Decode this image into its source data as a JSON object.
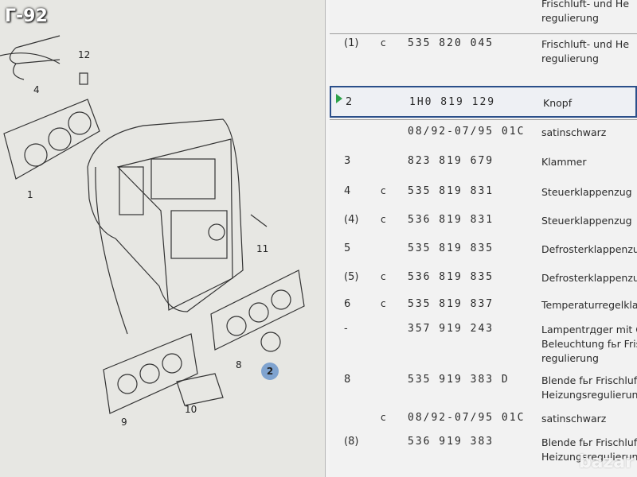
{
  "overlay": {
    "title": "Г-92"
  },
  "diagram": {
    "callouts": [
      "1",
      "2",
      "4",
      "8",
      "9",
      "10",
      "11",
      "12"
    ]
  },
  "table": {
    "rows": [
      {
        "pos": "",
        "flag": "",
        "num": "",
        "desc": [
          "Frischluft- und He",
          "regulierung"
        ]
      },
      {
        "pos": "(1)",
        "flag": "c",
        "num": "535 820 045",
        "desc": [
          "Frischluft- und He",
          "regulierung"
        ]
      },
      {
        "pos": "2",
        "flag": "",
        "num": "1H0 819 129",
        "desc": [
          "Knopf"
        ],
        "selected": true
      },
      {
        "pos": "",
        "flag": "",
        "num": "08/92-07/95 01C",
        "desc": [
          "satinschwarz"
        ]
      },
      {
        "pos": "3",
        "flag": "",
        "num": "823 819 679",
        "desc": [
          "Klammer"
        ]
      },
      {
        "pos": "4",
        "flag": "c",
        "num": "535 819 831",
        "desc": [
          "Steuerklappenzug"
        ]
      },
      {
        "pos": "(4)",
        "flag": "c",
        "num": "536 819 831",
        "desc": [
          "Steuerklappenzug"
        ]
      },
      {
        "pos": "5",
        "flag": "",
        "num": "535 819 835",
        "desc": [
          "Defrosterklappenzug"
        ]
      },
      {
        "pos": "(5)",
        "flag": "c",
        "num": "536 819 835",
        "desc": [
          "Defrosterklappenzug"
        ]
      },
      {
        "pos": "6",
        "flag": "c",
        "num": "535 819 837",
        "desc": [
          "Temperaturregelklappe"
        ]
      },
      {
        "pos": "-",
        "flag": "",
        "num": "357 919 243",
        "desc": [
          "Lampentrдger mit Glьh",
          "Beleuchtung fьr Frischlu",
          "regulierung"
        ]
      },
      {
        "pos": "8",
        "flag": "",
        "num": "535 919 383 D",
        "desc": [
          "Blende fьr Frischluft- und",
          "Heizungsregulierung"
        ]
      },
      {
        "pos": "",
        "flag": "c",
        "num": "08/92-07/95 01C",
        "desc": [
          "satinschwarz"
        ]
      },
      {
        "pos": "(8)",
        "flag": "",
        "num": "536 919 383",
        "desc": [
          "Blende fьr Frischluft- und",
          "Heizungsregulierung"
        ]
      }
    ]
  },
  "watermark": "bazar"
}
